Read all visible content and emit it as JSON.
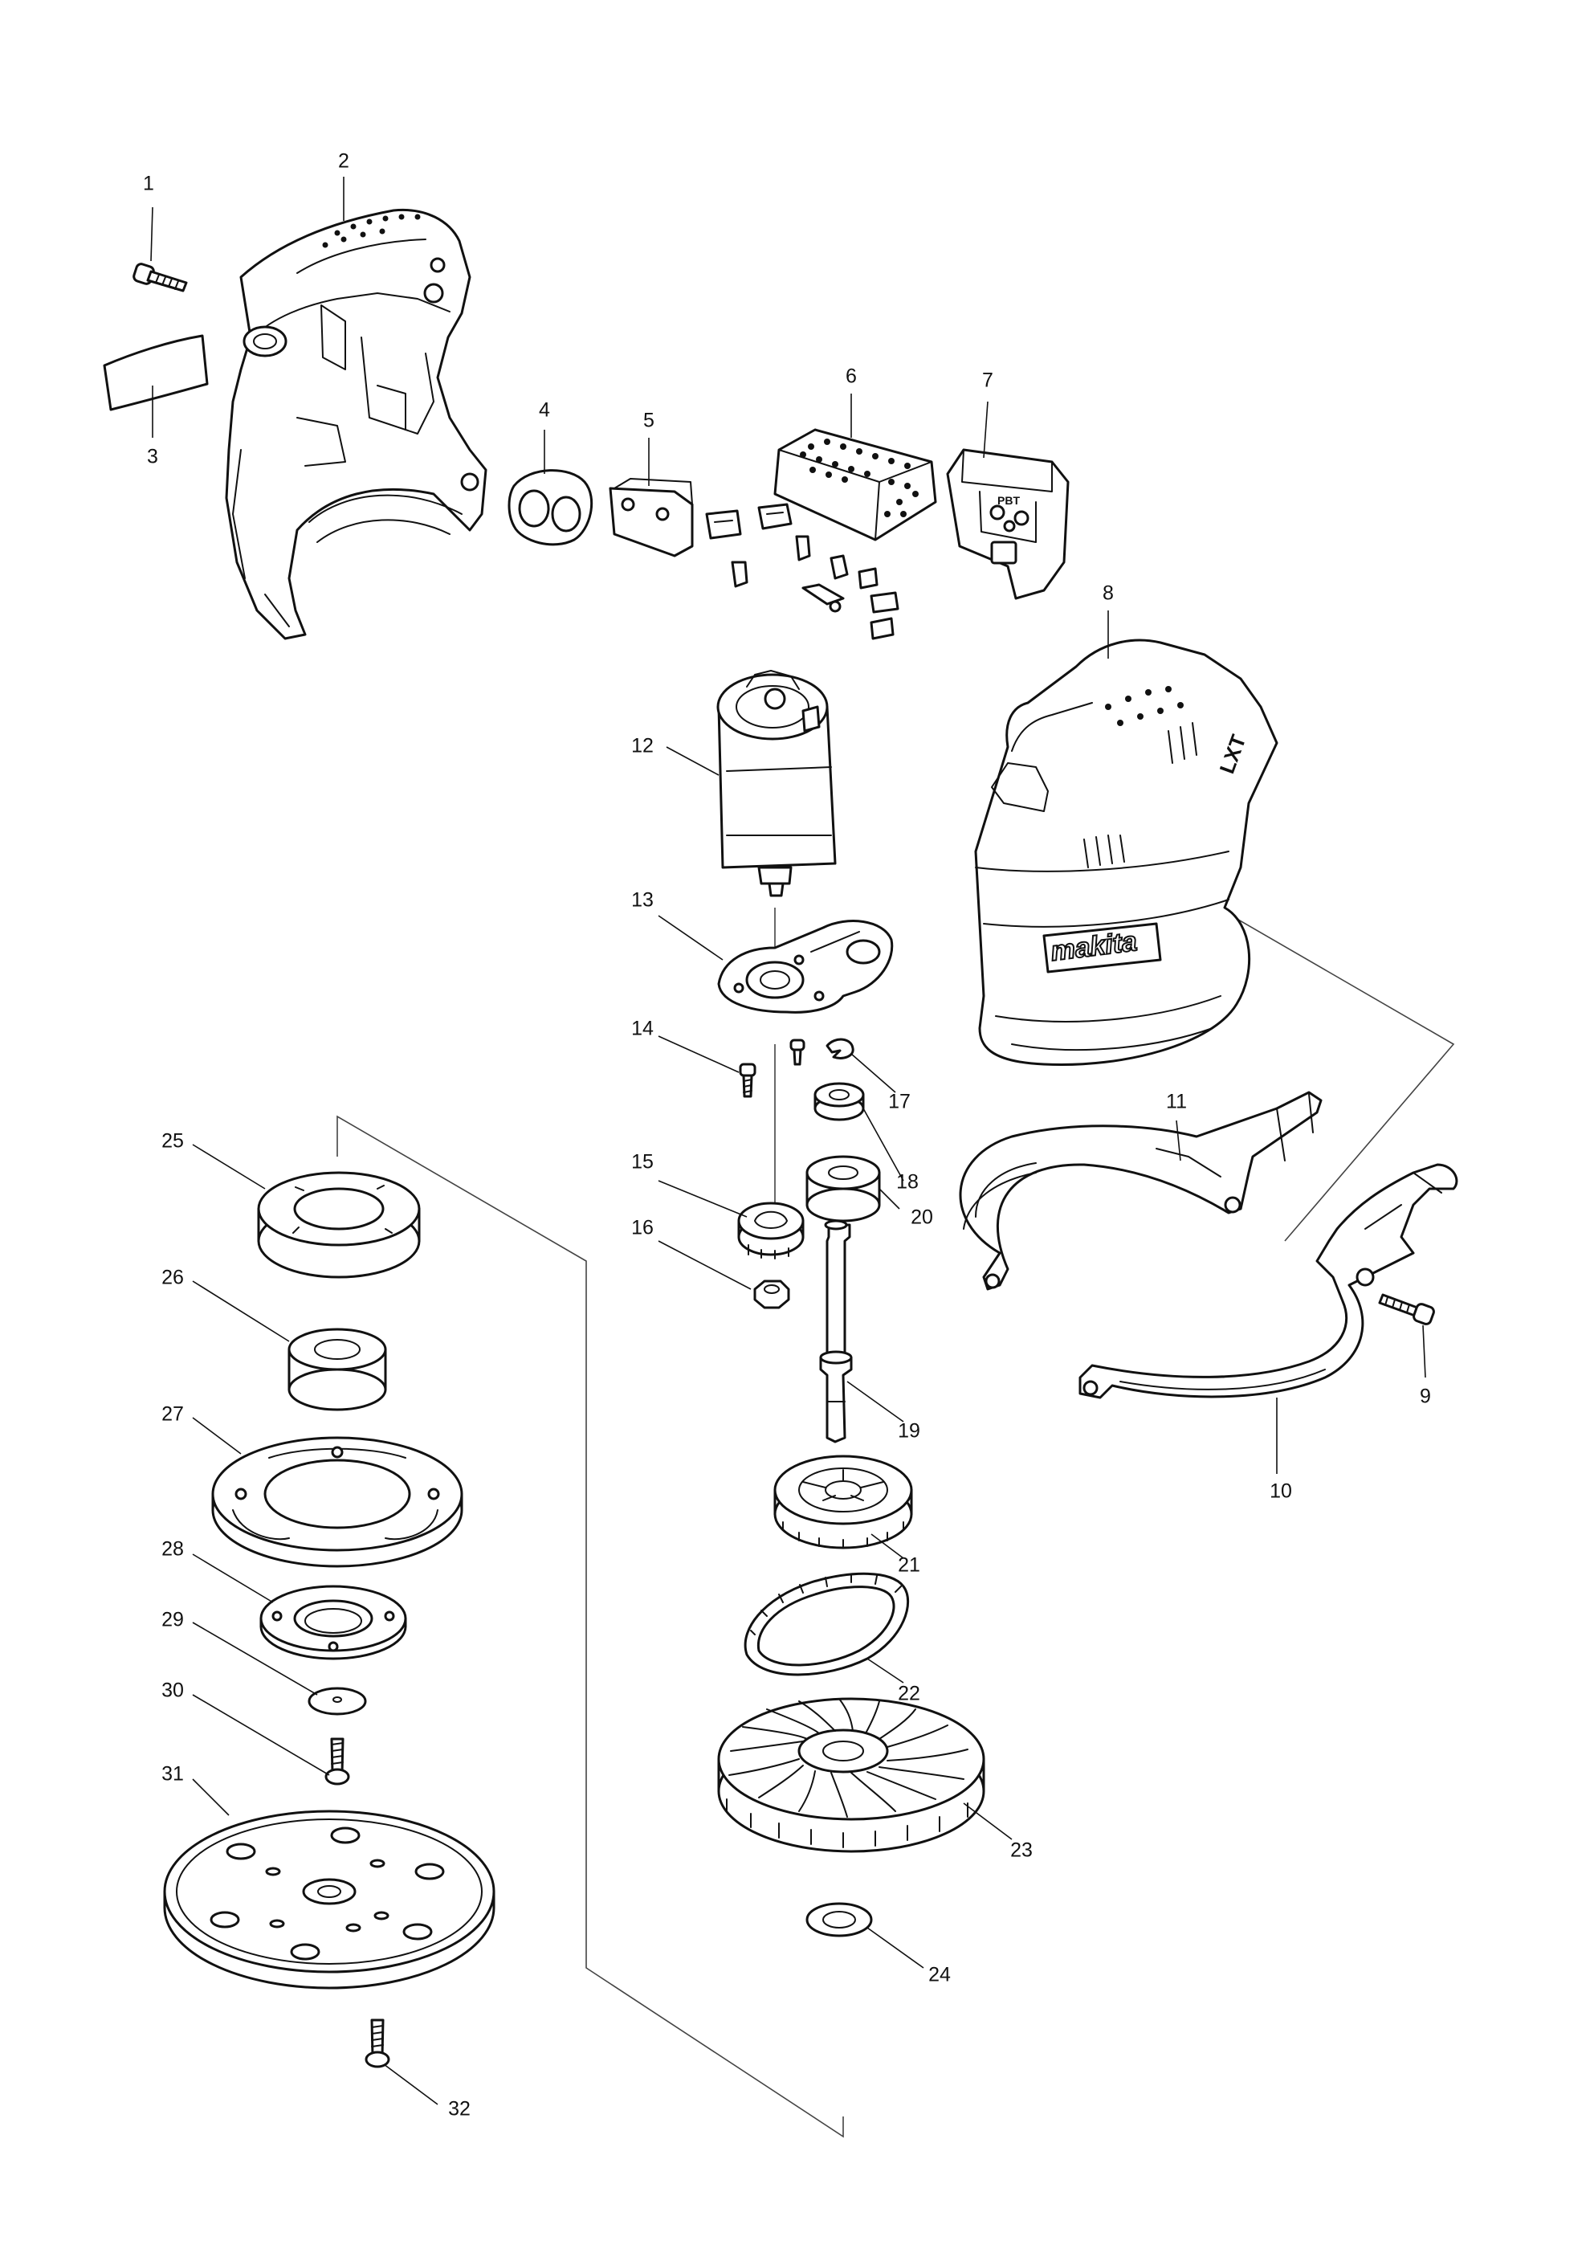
{
  "callouts": [
    {
      "id": "1",
      "label": "1"
    },
    {
      "id": "2",
      "label": "2"
    },
    {
      "id": "3",
      "label": "3"
    },
    {
      "id": "4",
      "label": "4"
    },
    {
      "id": "5",
      "label": "5"
    },
    {
      "id": "6",
      "label": "6"
    },
    {
      "id": "7",
      "label": "7"
    },
    {
      "id": "8",
      "label": "8"
    },
    {
      "id": "9",
      "label": "9"
    },
    {
      "id": "10",
      "label": "10"
    },
    {
      "id": "11",
      "label": "11"
    },
    {
      "id": "12",
      "label": "12"
    },
    {
      "id": "13",
      "label": "13"
    },
    {
      "id": "14",
      "label": "14"
    },
    {
      "id": "15",
      "label": "15"
    },
    {
      "id": "16",
      "label": "16"
    },
    {
      "id": "17",
      "label": "17"
    },
    {
      "id": "18",
      "label": "18"
    },
    {
      "id": "19",
      "label": "19"
    },
    {
      "id": "20",
      "label": "20"
    },
    {
      "id": "21",
      "label": "21"
    },
    {
      "id": "22",
      "label": "22"
    },
    {
      "id": "23",
      "label": "23"
    },
    {
      "id": "24",
      "label": "24"
    },
    {
      "id": "25",
      "label": "25"
    },
    {
      "id": "26",
      "label": "26"
    },
    {
      "id": "27",
      "label": "27"
    },
    {
      "id": "28",
      "label": "28"
    },
    {
      "id": "29",
      "label": "29"
    },
    {
      "id": "30",
      "label": "30"
    },
    {
      "id": "31",
      "label": "31"
    },
    {
      "id": "32",
      "label": "32"
    }
  ],
  "housing": {
    "brand": "makita",
    "series_mark": "LXT"
  },
  "terminal_cover": {
    "mark": "PBT"
  }
}
